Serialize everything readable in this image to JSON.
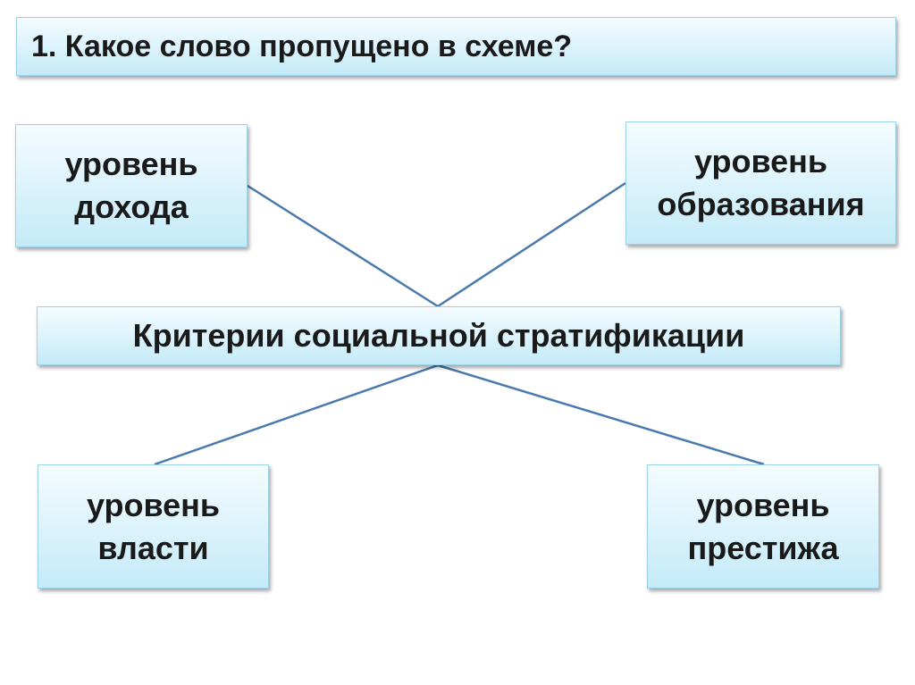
{
  "question": "1. Какое слово пропущено в схеме?",
  "center": "Критерии социальной стратификации",
  "criteria": {
    "income": [
      "уровень",
      "дохода"
    ],
    "education": [
      "уровень",
      "образования"
    ],
    "power": [
      "уровень",
      "власти"
    ],
    "prestige": [
      "уровень",
      "престижа"
    ]
  },
  "colors": {
    "connector": "#4a79ad",
    "box_border": "#9dd2e6",
    "box_fill": "#dff4fc"
  }
}
